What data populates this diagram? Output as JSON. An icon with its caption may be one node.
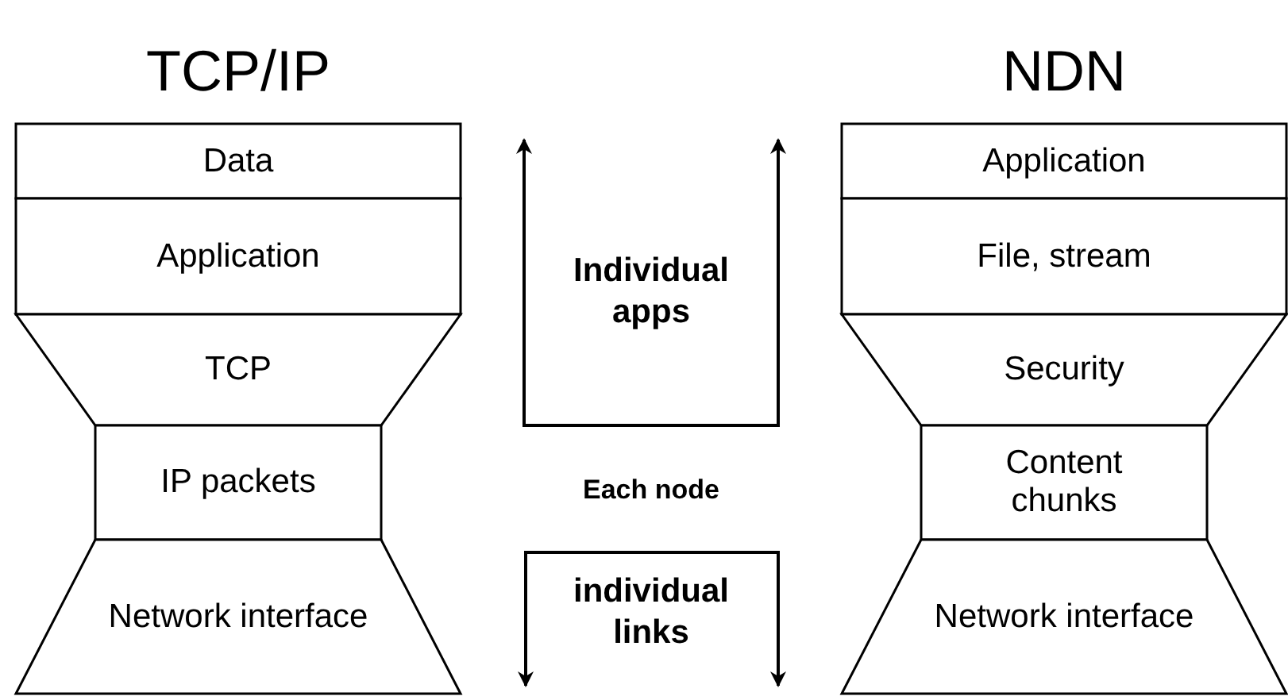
{
  "diagram": {
    "nodes": [
      {
        "text": [
          "Data"
        ]
      },
      {
        "text": [
          "Application"
        ]
      },
      {
        "text": [
          "TCP"
        ]
      },
      {
        "text": [
          "IP packets"
        ]
      },
      {
        "text": [
          "Network interface"
        ]
      },
      {
        "text": [
          "Application"
        ]
      },
      {
        "text": [
          "File, stream"
        ]
      },
      {
        "text": [
          "Security"
        ]
      },
      {
        "text": [
          "Content chunks"
        ]
      },
      {
        "text": [
          "Network interface"
        ]
      }
    ],
    "edges": [],
    "labels": [
      "TCP/IP",
      "NDN",
      "Individual apps",
      "Each node",
      "individual links"
    ]
  }
}
